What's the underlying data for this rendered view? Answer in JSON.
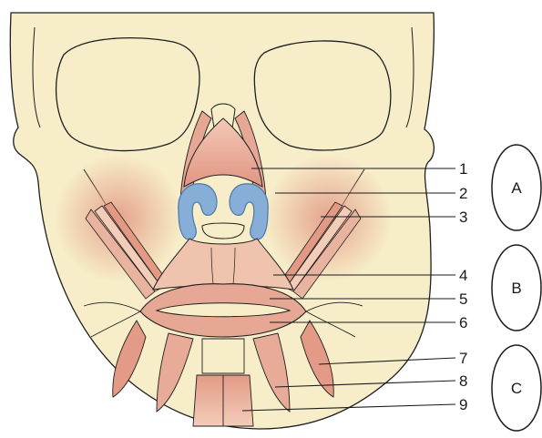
{
  "colors": {
    "bone": "#f7edc8",
    "bone_outline": "#1f1f1f",
    "muscle": "#e4a08e",
    "muscle_light": "#f1c7b2",
    "muscle_dark": "#cf7d6b",
    "cartilage": "#86aed6",
    "cartilage_edge": "#4d79a8",
    "leader": "#1a1a1a"
  },
  "labels": [
    {
      "number": "1"
    },
    {
      "number": "2"
    },
    {
      "number": "3"
    },
    {
      "number": "4"
    },
    {
      "number": "5"
    },
    {
      "number": "6"
    },
    {
      "number": "7"
    },
    {
      "number": "8"
    },
    {
      "number": "9"
    }
  ],
  "groups": [
    {
      "letter": "A"
    },
    {
      "letter": "B"
    },
    {
      "letter": "C"
    }
  ]
}
